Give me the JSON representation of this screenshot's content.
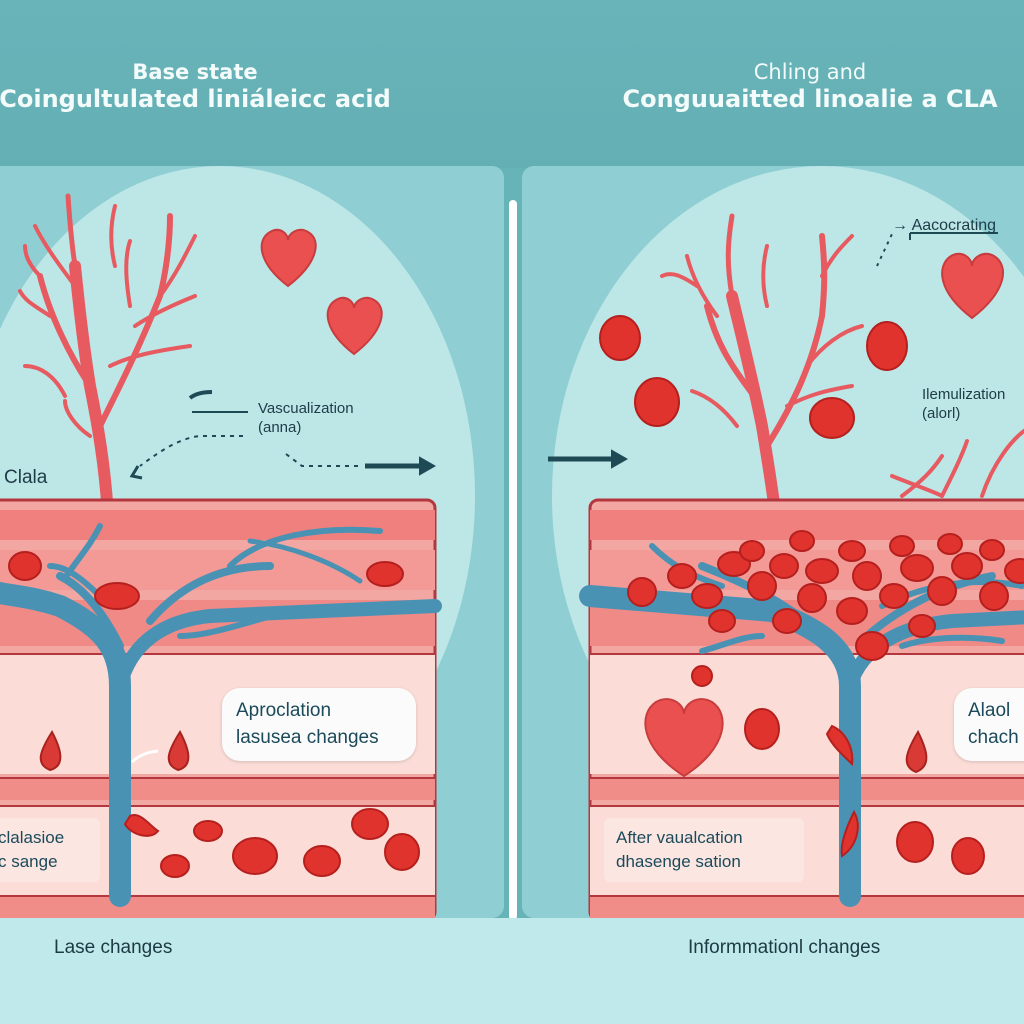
{
  "left_panel": {
    "title_line1": "Base state",
    "title_line2": "Coingultulated liniáleicc acid",
    "label_vascularization": "Vascualization",
    "label_vascularization_sub": "(anna)",
    "label_side": "Clala",
    "callout_main_line1": "Aproclation",
    "callout_main_line2": "lasusea changes",
    "callout_small_line1": "clalasioe",
    "callout_small_line2": "c sange",
    "caption": "Lase changes"
  },
  "right_panel": {
    "title_line1": "Chling and",
    "title_line2": "Conguuaitted linoalie a CLA",
    "label_top": "Aacocrating",
    "label_hemo": "Ilemulization",
    "label_hemo_sub": "(alorl)",
    "callout_main_line1": "Alaol",
    "callout_main_line2": "chach",
    "callout_small_line1": "After vaualcation",
    "callout_small_line2": "dhasenge sation",
    "caption": "Informmationl changes"
  },
  "colors": {
    "header_bg": "#66b3b8",
    "panel_bg": "#8fcfd3",
    "dome_bg": "#bde6e7",
    "vessel_red": "#e8525a",
    "vein_blue": "#4a92b4",
    "tissue_pink": "#f6cfc8",
    "blood_cell": "#e0332e",
    "text_dark": "#1e3c48"
  }
}
